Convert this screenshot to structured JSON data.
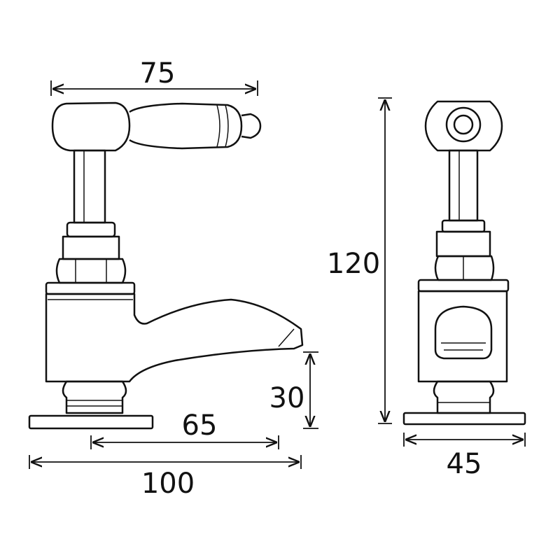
{
  "dimensions": {
    "handle_width": "75",
    "total_height": "120",
    "spout_height": "30",
    "spout_reach": "65",
    "total_length": "100",
    "depth": "45"
  }
}
